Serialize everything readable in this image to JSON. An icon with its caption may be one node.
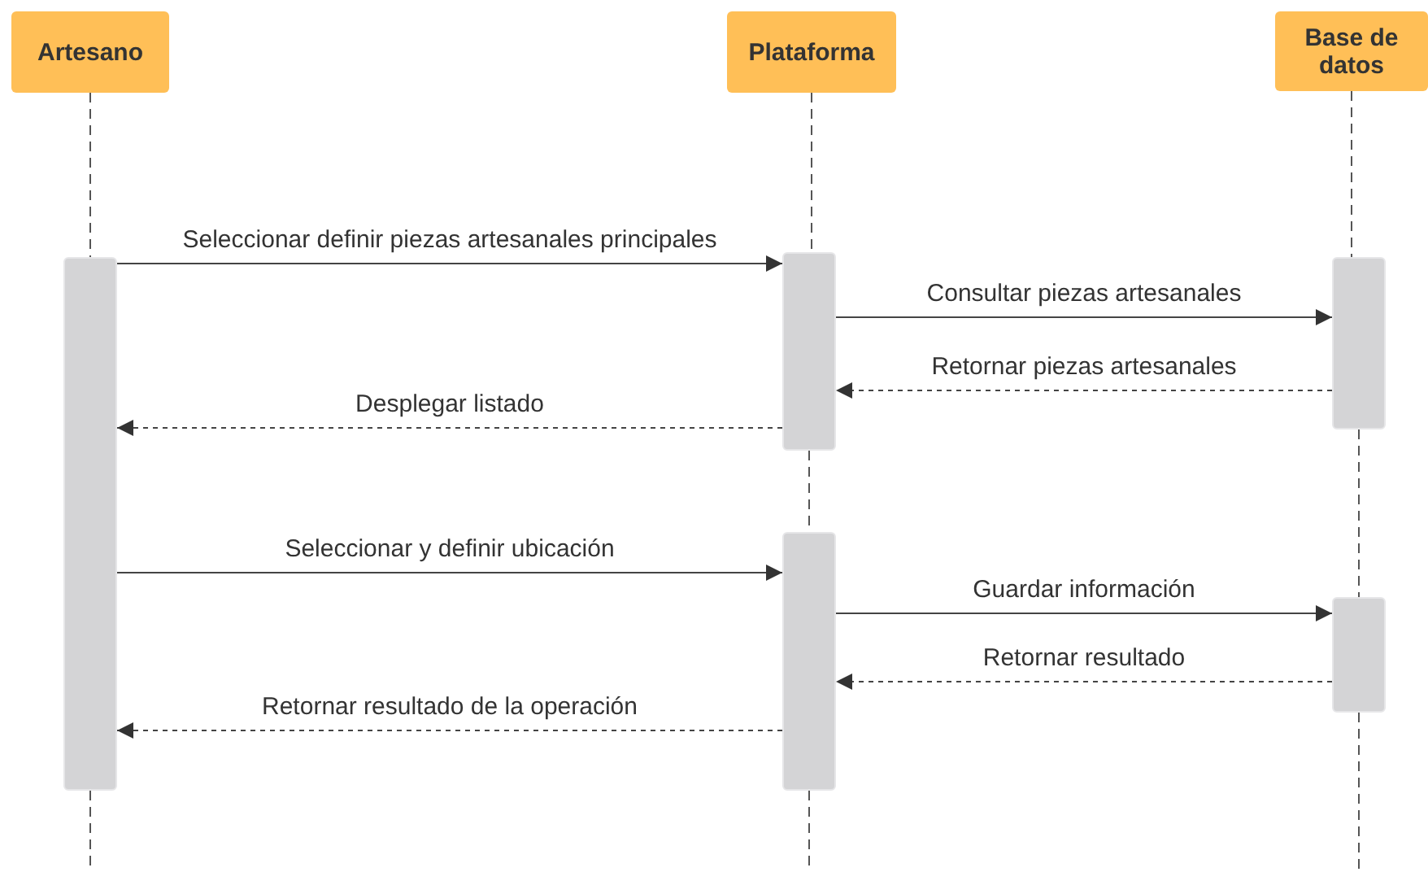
{
  "diagram": {
    "nodes": [
      {
        "text": [
          "Artesano"
        ]
      },
      {
        "text": [
          "Plataforma"
        ]
      },
      {
        "text": [
          "Base de datos"
        ]
      },
      {
        "text": [],
        "shape": "bar"
      },
      {
        "text": [],
        "shape": "bar"
      },
      {
        "text": [],
        "shape": "bar"
      },
      {
        "text": [],
        "shape": "bar"
      },
      {
        "text": [],
        "shape": "bar"
      }
    ],
    "edges": [
      {
        "from": 0,
        "to": 3,
        "arrow": "none",
        "style": "dashed"
      },
      {
        "from": 3,
        "to": null,
        "arrow": "none",
        "style": "dashed"
      },
      {
        "from": 1,
        "to": 4,
        "arrow": "none",
        "style": "dashed"
      },
      {
        "from": 4,
        "to": 6,
        "arrow": "none",
        "style": "dashed"
      },
      {
        "from": 6,
        "to": null,
        "arrow": "none",
        "style": "dashed"
      },
      {
        "from": 2,
        "to": 5,
        "arrow": "none",
        "style": "dashed"
      },
      {
        "from": 5,
        "to": 7,
        "arrow": "none",
        "style": "dashed"
      },
      {
        "from": 7,
        "to": null,
        "arrow": "none",
        "style": "dashed"
      },
      {
        "from": 3,
        "to": 4,
        "arrow": "to",
        "label": "Seleccionar definir piezas artesanales principales"
      },
      {
        "from": 4,
        "to": 5,
        "arrow": "to",
        "label": "Consultar piezas artesanales"
      },
      {
        "from": 5,
        "to": 4,
        "arrow": "to",
        "style": "dashed",
        "label": "Retornar piezas artesanales"
      },
      {
        "from": 4,
        "to": 3,
        "arrow": "to",
        "style": "dashed",
        "label": "Desplegar listado"
      },
      {
        "from": 3,
        "to": 6,
        "arrow": "to",
        "label": "Seleccionar y definir ubicación"
      },
      {
        "from": 6,
        "to": 7,
        "arrow": "to",
        "label": "Guardar información"
      },
      {
        "from": 7,
        "to": 6,
        "arrow": "to",
        "style": "dashed",
        "label": "Retornar resultado"
      },
      {
        "from": 6,
        "to": 3,
        "arrow": "to",
        "style": "dashed",
        "label": "Retornar resultado de la operación"
      }
    ]
  }
}
